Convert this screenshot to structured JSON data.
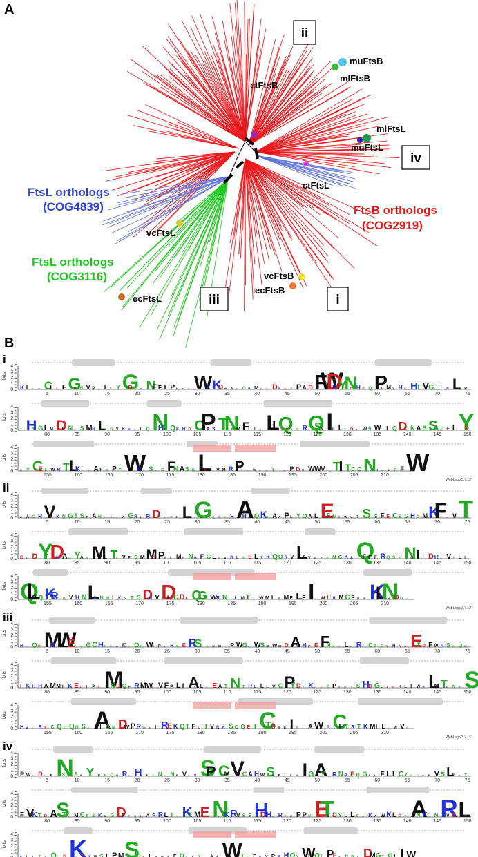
{
  "panelA": {
    "letter": "A",
    "labels": {
      "muFtsB": "muFtsB",
      "mlFtsB": "mlFtsB",
      "ctFtsB": "ctFtsB",
      "mlFtsL": "mlFtsL",
      "muFtsL": "muFtsL",
      "ctFtsL": "ctFtsL",
      "vcFtsL": "vcFtsL",
      "ecFtsL": "ecFtsL",
      "vcFtsB": "vcFtsB",
      "ecFtsB": "ecFtsB"
    },
    "groups": {
      "ftsL_cog4839_line1": "FtsL orthologs",
      "ftsL_cog4839_line2": "(COG4839)",
      "ftsL_cog3116_line1": "FtsL orthologs",
      "ftsL_cog3116_line2": "(COG3116)",
      "ftsB_line1": "FtsB orthologs",
      "ftsB_line2": "(COG2919)"
    },
    "clades": {
      "i": "i",
      "ii": "ii",
      "iii": "iii",
      "iv": "iv"
    },
    "colors": {
      "ftsB": "#e8191d",
      "ftsL_cog4839": "#5f73d6",
      "ftsL_cog3116": "#1ec81e",
      "ftsB_label": "#e8191d",
      "ftsL_cog4839_label": "#2e3fd6",
      "ftsL_cog3116_label": "#1ec81e"
    },
    "markerColors": {
      "muFtsB": "#4fc3e8",
      "mlFtsB": "#30c030",
      "ctFtsB": "#9c27b0",
      "mlFtsL": "#1e9e4a",
      "muFtsL": "#1a2bb8",
      "ctFtsL": "#e040e0",
      "vcFtsL": "#d8cc30",
      "ecFtsL": "#c86a28",
      "vcFtsB": "#f4e030",
      "ecFtsB": "#f07830"
    }
  },
  "panelB": {
    "letter": "B",
    "bits_label": "bits",
    "y_ticks": [
      "4.0",
      "3.0",
      "2.0",
      "1.0",
      "0.0"
    ],
    "weblogo": "WebLogo 3.7.12",
    "row1_ticks": [
      "5",
      "10",
      "15",
      "20",
      "25",
      "30",
      "35",
      "40",
      "45",
      "50",
      "55",
      "60",
      "65",
      "70",
      "75"
    ],
    "row2_ticks": [
      "80",
      "85",
      "90",
      "95",
      "100",
      "105",
      "110",
      "115",
      "120",
      "125",
      "130",
      "135",
      "140",
      "145",
      "150"
    ],
    "row3_ticks": [
      "155",
      "160",
      "165",
      "170",
      "175",
      "180",
      "185",
      "190",
      "195",
      "200",
      "205",
      "210"
    ],
    "logos": [
      {
        "label": "i"
      },
      {
        "label": "ii"
      },
      {
        "label": "iii"
      },
      {
        "label": "iv"
      }
    ],
    "colors": {
      "helix": "#d3d3d3",
      "strand": "#f4a0a0",
      "blue": "#2233dd",
      "green": "#22aa22",
      "black": "#111111"
    }
  }
}
